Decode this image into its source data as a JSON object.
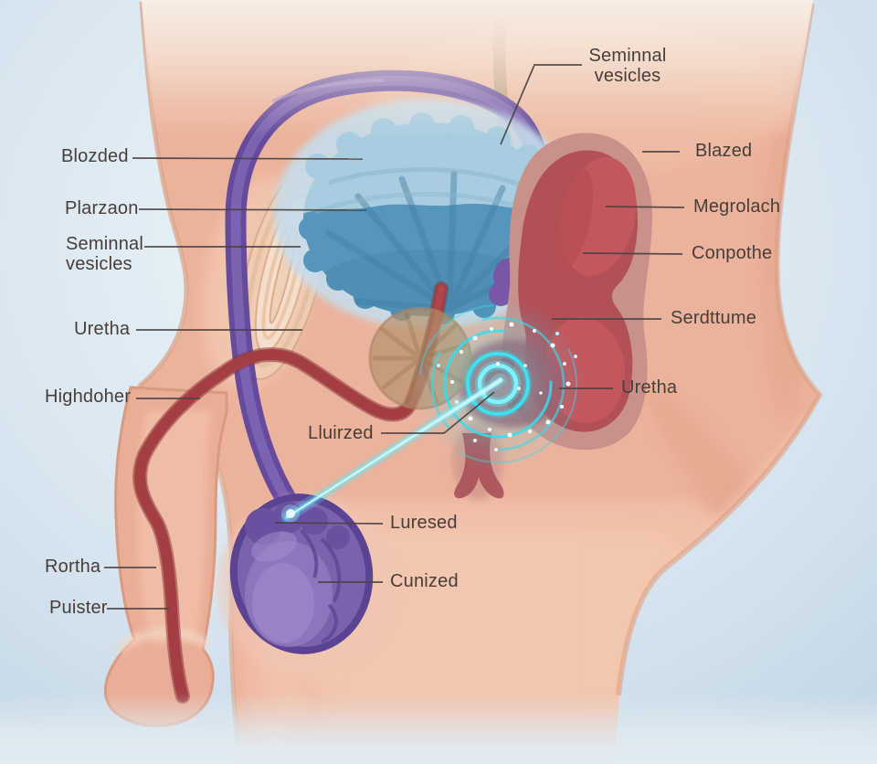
{
  "figure": {
    "type": "anatomical-illustration",
    "subject": "Male pelvic cross-section with glowing circular treatment target and beam"
  },
  "labels": {
    "seminal_top": {
      "text": "Seminnal vesicles"
    },
    "blozded": {
      "text": "Blozded"
    },
    "plarzaon": {
      "text": "Plarzaon"
    },
    "seminal_left": {
      "text": "Seminnal vesicles"
    },
    "uretha_left": {
      "text": "Uretha"
    },
    "highdoher": {
      "text": "Highdoher"
    },
    "lluirzed": {
      "text": "Lluirzed"
    },
    "luresed": {
      "text": "Luresed"
    },
    "cunized": {
      "text": "Cunized"
    },
    "rortha": {
      "text": "Rortha"
    },
    "puister": {
      "text": "Puister"
    },
    "blazed": {
      "text": "Blazed"
    },
    "megrolach": {
      "text": "Megrolach"
    },
    "conpothe": {
      "text": "Conpothe"
    },
    "serdttume": {
      "text": "Serdttume"
    },
    "uretha_right": {
      "text": "Uretha"
    }
  },
  "colors": {
    "background": "#d7e5ef",
    "skin": "#ecb39c",
    "skin_edge": "#dba183",
    "bladder_fluid": "#5394ba",
    "bladder_light": "#a9cde0",
    "vas_purple": "#654a9e",
    "testicle": "#7c61ad",
    "rectum": "#b15058",
    "urethra_red": "#a23e44",
    "prostate_tan": "#b6926c",
    "target_cyan": "#39e4f4",
    "leader_line": "#4b4342",
    "label_text": "#473e3a"
  }
}
